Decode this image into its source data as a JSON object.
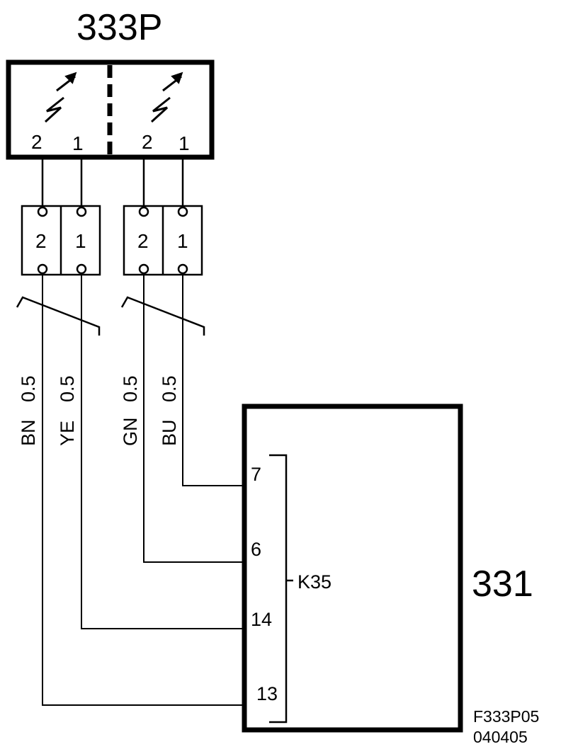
{
  "component_top": {
    "label": "333P",
    "left_sensor_pins": [
      "2",
      "1"
    ],
    "right_sensor_pins": [
      "2",
      "1"
    ]
  },
  "connector_left": {
    "pins": [
      "2",
      "1"
    ]
  },
  "connector_right": {
    "pins": [
      "2",
      "1"
    ]
  },
  "wires": [
    {
      "color": "BN",
      "size": "0.5"
    },
    {
      "color": "YE",
      "size": "0.5"
    },
    {
      "color": "GN",
      "size": "0.5"
    },
    {
      "color": "BU",
      "size": "0.5"
    }
  ],
  "component_right": {
    "label": "331",
    "connector": "K35",
    "terminals": [
      "7",
      "6",
      "14",
      "13"
    ]
  },
  "footer": {
    "code": "F333P05",
    "date": "040405"
  }
}
